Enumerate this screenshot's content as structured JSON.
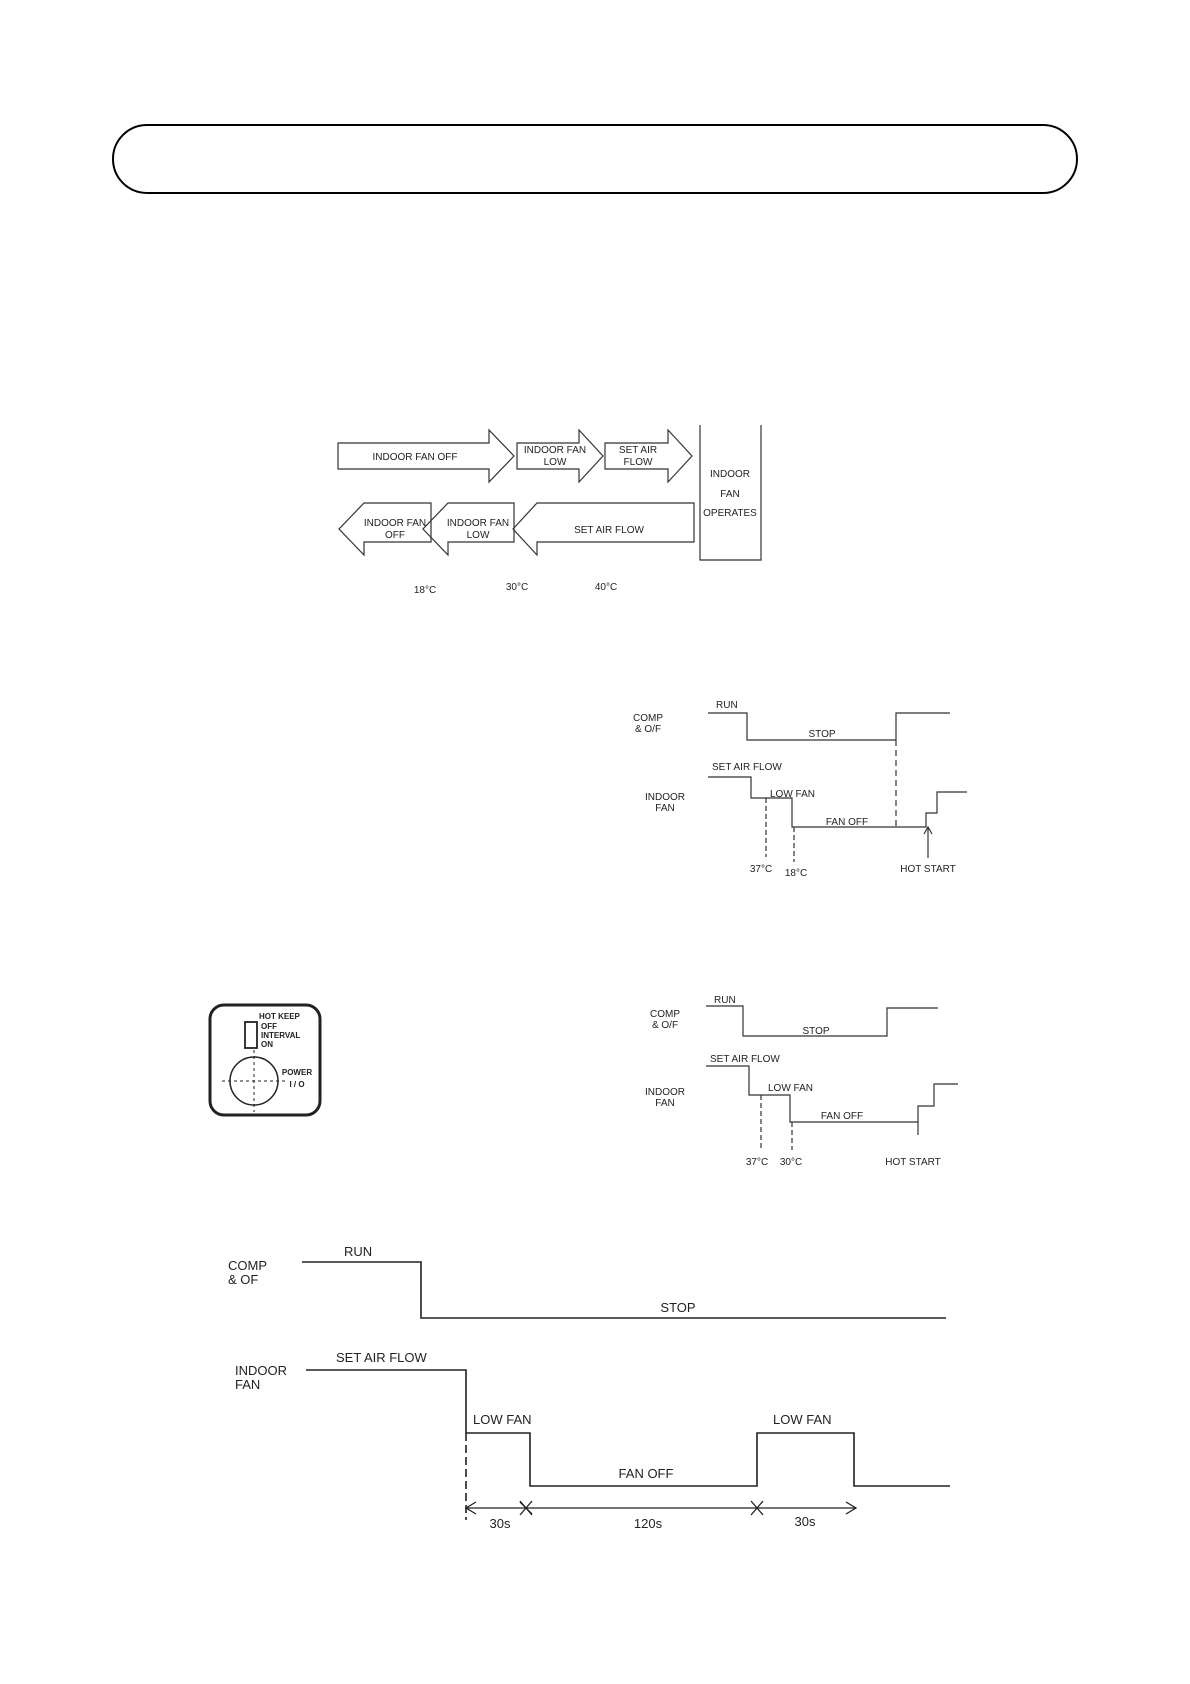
{
  "header": {
    "title": ""
  },
  "fan_arrows": {
    "top": {
      "fan_off": "INDOOR FAN OFF",
      "fan_low_1": "INDOOR FAN",
      "fan_low_2": "LOW",
      "set_air_1": "SET AIR",
      "set_air_2": "FLOW"
    },
    "bottom": {
      "fan_off_1": "INDOOR FAN",
      "fan_off_2": "OFF",
      "fan_low_1": "INDOOR FAN",
      "fan_low_2": "LOW",
      "set_air": "SET AIR FLOW"
    },
    "box": {
      "line1": "INDOOR",
      "line2": "FAN",
      "line3": "OPERATES"
    },
    "temps": [
      "18°C",
      "30°C",
      "40°C"
    ]
  },
  "timing1": {
    "comp_1": "COMP",
    "comp_2": "& O/F",
    "run": "RUN",
    "stop": "STOP",
    "set_air_flow": "SET AIR FLOW",
    "indoor_1": "INDOOR",
    "indoor_2": "FAN",
    "low_fan": "LOW FAN",
    "fan_off": "FAN OFF",
    "t1": "37°C",
    "t2": "18°C",
    "hot_start": "HOT START"
  },
  "switch_panel": {
    "hot_keep": "HOT KEEP",
    "off": "OFF",
    "interval": "INTERVAL",
    "on": "ON",
    "power": "POWER",
    "power_io": "I / O"
  },
  "timing2": {
    "comp_1": "COMP",
    "comp_2": "& O/F",
    "run": "RUN",
    "stop": "STOP",
    "set_air_flow": "SET AIR FLOW",
    "indoor_1": "INDOOR",
    "indoor_2": "FAN",
    "low_fan": "LOW FAN",
    "fan_off": "FAN OFF",
    "t1": "37°C",
    "t2": "30°C",
    "hot_start": "HOT START"
  },
  "timing3": {
    "comp_1": "COMP",
    "comp_2": "& OF",
    "run": "RUN",
    "stop": "STOP",
    "indoor_1": "INDOOR",
    "indoor_2": "FAN",
    "set_air_flow": "SET AIR FLOW",
    "low_fan_1": "LOW FAN",
    "fan_off": "FAN OFF",
    "low_fan_2": "LOW FAN",
    "d1": "30s",
    "d2": "120s",
    "d3": "30s"
  }
}
